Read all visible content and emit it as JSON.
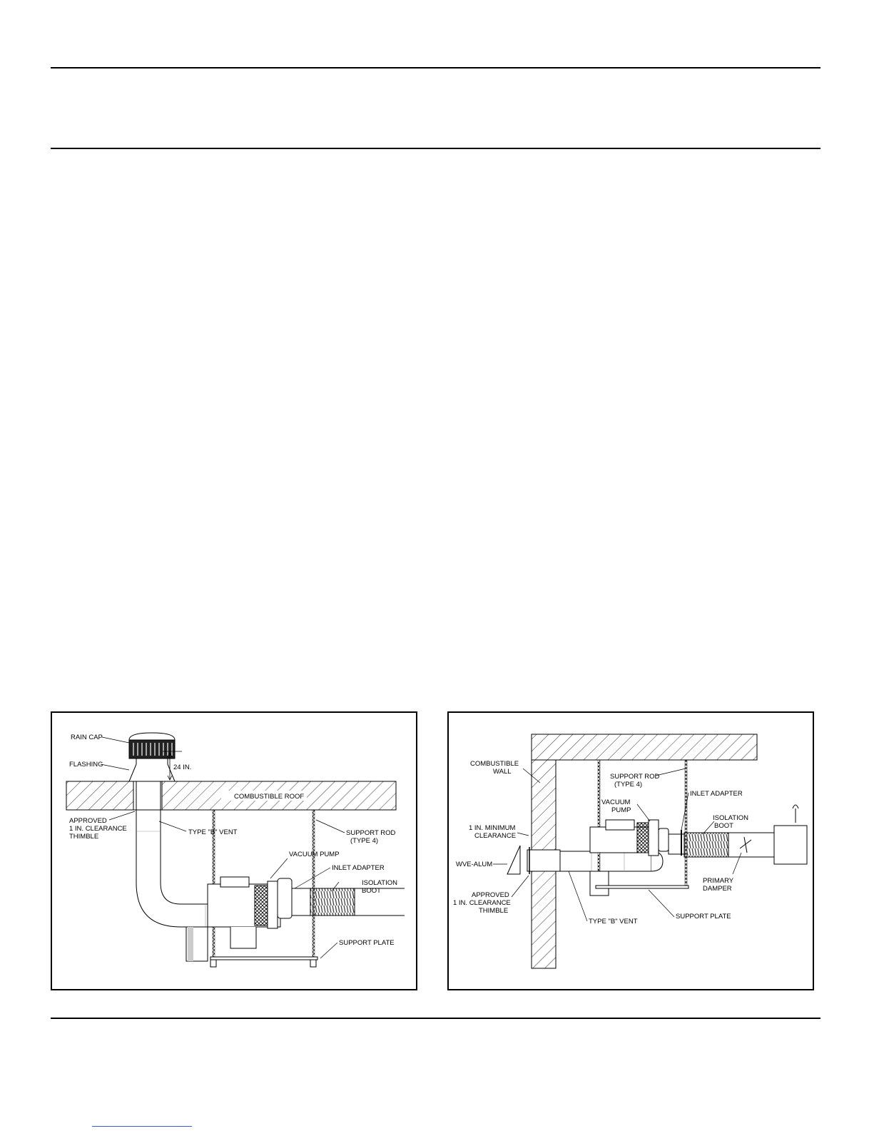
{
  "figure_left": {
    "labels": {
      "rain_cap": "RAIN CAP",
      "flashing": "FLASHING",
      "dimension": "24 IN.",
      "combustible_roof": "COMBUSTIBLE ROOF",
      "thimble": [
        "APPROVED",
        "1 IN. CLEARANCE",
        "THIMBLE"
      ],
      "type_b_vent": "TYPE \"B\" VENT",
      "support_rod": [
        "SUPPORT ROD",
        "(TYPE 4)"
      ],
      "vacuum_pump": "VACUUM PUMP",
      "inlet_adapter": "INLET ADAPTER",
      "isolation_boot": [
        "ISOLATION",
        "BOOT"
      ],
      "support_plate": "SUPPORT PLATE"
    }
  },
  "figure_right": {
    "labels": {
      "combustible_wall": [
        "COMBUSTIBLE",
        "WALL"
      ],
      "support_rod": [
        "SUPPORT ROD",
        "(TYPE 4)"
      ],
      "inlet_adapter": "INLET ADAPTER",
      "vacuum_pump": [
        "VACUUM",
        "PUMP"
      ],
      "isolation_boot": [
        "ISOLATION",
        "BOOT"
      ],
      "min_clearance": [
        "1 IN. MINIMUM",
        "CLEARANCE"
      ],
      "wve_alum": "WVE-ALUM",
      "primary_damper": [
        "PRIMARY",
        "DAMPER"
      ],
      "thimble": [
        "APPROVED",
        "1 IN. CLEARANCE",
        "THIMBLE"
      ],
      "type_b_vent": "TYPE \"B\" VENT",
      "support_plate": "SUPPORT PLATE"
    }
  }
}
